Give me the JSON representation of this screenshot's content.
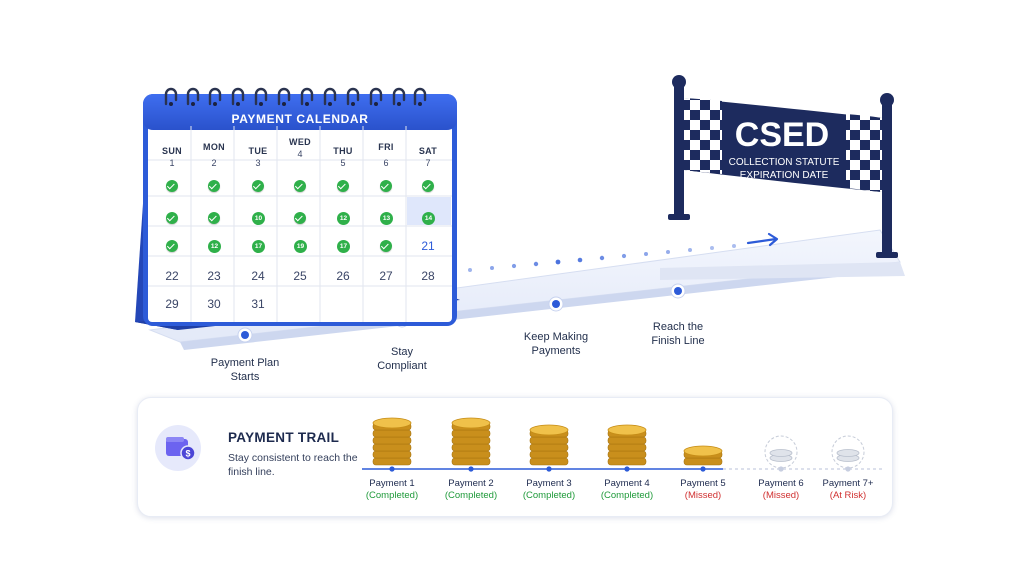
{
  "calendar": {
    "title": "PAYMENT CALENDAR",
    "days": [
      "SUN",
      "MON",
      "TUE",
      "WED",
      "THU",
      "FRI",
      "SAT"
    ],
    "header_dates": [
      "1",
      "2",
      "3",
      "4",
      "5",
      "6",
      "7"
    ],
    "rows": [
      [
        "check",
        "check",
        "check",
        "check",
        "check",
        "check",
        "check"
      ],
      [
        "check",
        "check",
        "10",
        "check",
        "12",
        "13",
        "14"
      ],
      [
        "check",
        "12",
        "17",
        "19",
        "17",
        "check",
        "21"
      ],
      [
        "22",
        "23",
        "24",
        "25",
        "26",
        "27",
        "28"
      ],
      [
        "29",
        "30",
        "31",
        "",
        "",
        "",
        ""
      ]
    ],
    "highlight_date": "21"
  },
  "milestones": [
    {
      "label": "Payment Plan\nStarts"
    },
    {
      "label": "Stay\nCompliant"
    },
    {
      "label": "Keep Making\nPayments"
    },
    {
      "label": "Reach the\nFinish Line"
    }
  ],
  "banner": {
    "title": "CSED",
    "subtitle_1": "COLLECTION STATUTE",
    "subtitle_2": "EXPIRATION DATE"
  },
  "trail": {
    "title": "PAYMENT TRAIL",
    "subtitle": "Stay consistent to reach the finish line.",
    "payments": [
      {
        "name": "Payment 1",
        "status": "(Completed)",
        "state": "completed"
      },
      {
        "name": "Payment 2",
        "status": "(Completed)",
        "state": "completed"
      },
      {
        "name": "Payment 3",
        "status": "(Completed)",
        "state": "completed"
      },
      {
        "name": "Payment 4",
        "status": "(Completed)",
        "state": "completed"
      },
      {
        "name": "Payment 5",
        "status": "(Missed)",
        "state": "missed"
      },
      {
        "name": "Payment 6",
        "status": "(Missed)",
        "state": "missed"
      },
      {
        "name": "Payment 7+",
        "status": "(At Risk)",
        "state": "risk"
      }
    ]
  },
  "colors": {
    "calendar_blue": "#2d5bd8",
    "banner_navy": "#1d2b5e",
    "completed_green": "#1f9a3a",
    "missed_red": "#d03030",
    "track": "#eef2fb"
  }
}
